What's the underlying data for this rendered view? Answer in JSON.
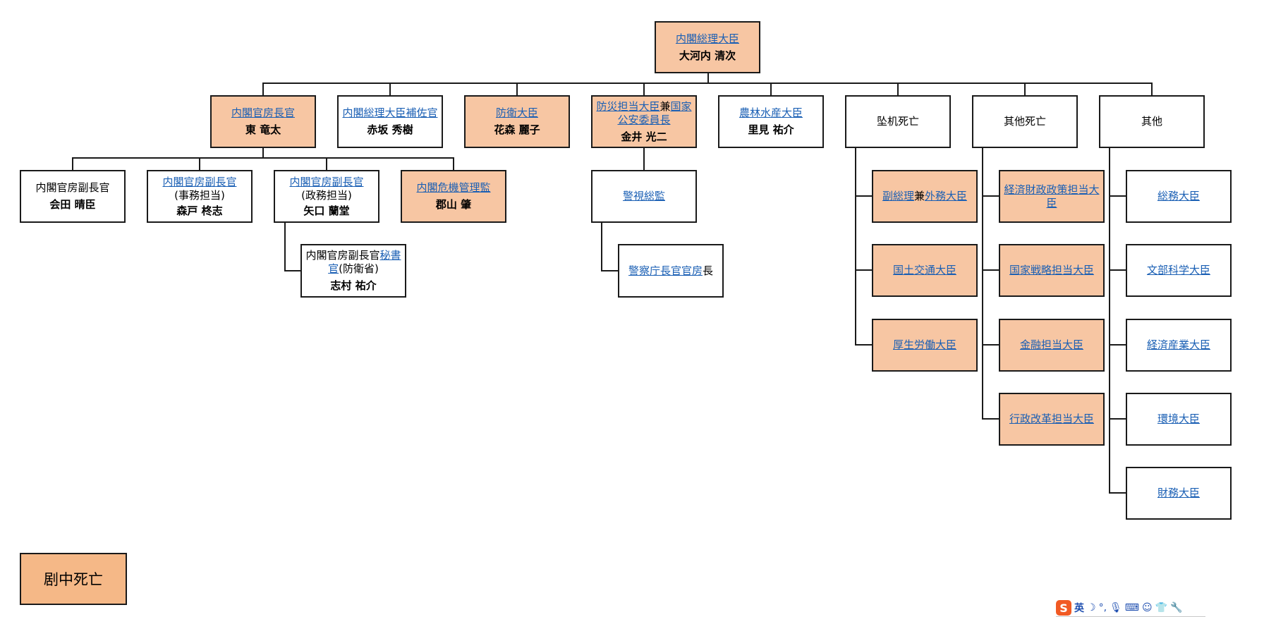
{
  "pm": {
    "title": "内閣総理大臣",
    "name": "大河内 清次"
  },
  "row1": {
    "chief_sec": {
      "title": "内閣官房長官",
      "name": "東 竜太"
    },
    "pm_aide": {
      "title": "内閣総理大臣補佐官",
      "name": "赤坂 秀樹"
    },
    "defense": {
      "title": "防衛大臣",
      "name": "花森 麗子"
    },
    "disaster": {
      "title_a": "防災担当大臣",
      "joiner": "兼",
      "title_b": "国家公安委員長",
      "name": "金井 光二"
    },
    "agri": {
      "title": "農林水産大臣",
      "name": "里見 祐介"
    },
    "crash": {
      "label": "坠机死亡"
    },
    "other_death": {
      "label": "其他死亡"
    },
    "other": {
      "label": "其他"
    }
  },
  "row2": {
    "deputy1": {
      "title": "内閣官房副長官",
      "name": "会田 晴臣"
    },
    "deputy2": {
      "title": "内閣官房副長官",
      "sub": "(事務担当)",
      "name": "森戸 柊志"
    },
    "deputy3": {
      "title": "内閣官房副長官",
      "sub": "(政務担当)",
      "name": "矢口 蘭堂"
    },
    "crisis": {
      "title": "内閣危機管理監",
      "name": "郡山 肇"
    },
    "police_chief": {
      "title": "警視総監"
    }
  },
  "row3": {
    "secretary": {
      "prefix": "内閣官房副長官",
      "link": "秘書官",
      "suffix": "(防衛省)",
      "name": "志村 祐介"
    },
    "npa": {
      "link": "警察庁長官官房",
      "suffix": "長"
    }
  },
  "crash_list": {
    "deputy_pm": {
      "link_a": "副総理",
      "joiner": "兼",
      "link_b": "外務大臣"
    },
    "mlit": {
      "title": "国土交通大臣"
    },
    "mhlw": {
      "title": "厚生労働大臣"
    }
  },
  "other_death_list": {
    "econ": {
      "title": "経済財政政策担当大臣"
    },
    "natstrat": {
      "title": "国家戦略担当大臣"
    },
    "finserv": {
      "title": "金融担当大臣"
    },
    "reform": {
      "title": "行政改革担当大臣"
    }
  },
  "other_list": {
    "mic": {
      "title": "総務大臣"
    },
    "mext": {
      "title": "文部科学大臣"
    },
    "meti": {
      "title": "経済産業大臣"
    },
    "env": {
      "title": "環境大臣"
    },
    "mof": {
      "title": "財務大臣"
    }
  },
  "legend": {
    "label": "剧中死亡"
  },
  "colors": {
    "dead_fill": "#f7c6a3",
    "link": "#1a5fb4",
    "border": "#1a1a1a"
  },
  "ime": {
    "logo": "S",
    "lang": "英"
  }
}
